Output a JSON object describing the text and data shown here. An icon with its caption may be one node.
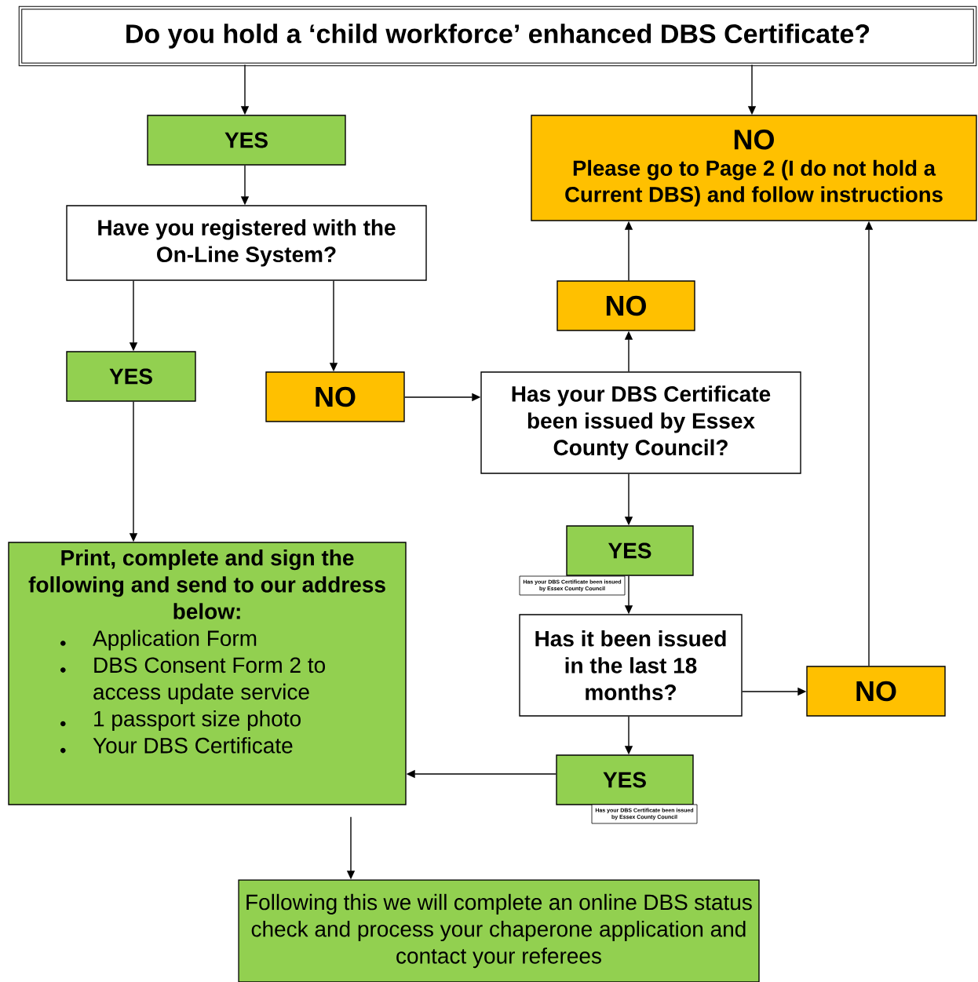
{
  "diagram": {
    "nodes": [
      {
        "text": [
          "Do you hold a ‘child workforce’ enhanced DBS Certificate?"
        ]
      },
      {
        "text": [
          "YES"
        ]
      },
      {
        "text": [
          "NO",
          "Please go to Page 2 (I do not hold a Current DBS) and follow instructions"
        ]
      },
      {
        "text": [
          "Have you registered with the On-Line System?"
        ]
      },
      {
        "text": [
          "NO"
        ]
      },
      {
        "text": [
          "YES"
        ]
      },
      {
        "text": [
          "NO"
        ]
      },
      {
        "text": [
          "Has your DBS Certificate been issued by Essex County Council?"
        ]
      },
      {
        "text": [
          "Print, complete and sign the following and send to our address below:",
          "Application Form",
          "DBS Consent Form 2 to access update service",
          "1 passport size photo",
          "Your DBS Certificate"
        ]
      },
      {
        "text": [
          "YES"
        ]
      },
      {
        "text": [
          "Has your DBS Certificate been issued by Essex County Council"
        ]
      },
      {
        "text": [
          "Has it been issued in the last 18 months?"
        ]
      },
      {
        "text": [
          "NO"
        ]
      },
      {
        "text": [
          "YES"
        ]
      },
      {
        "text": [
          "Has your DBS Certificate been issued by Essex County Council"
        ]
      },
      {
        "text": [
          "Following this we will complete an online DBS status check and process your chaperone application and contact your referees"
        ]
      }
    ],
    "edges": [
      {
        "from": 0,
        "to": 1,
        "arrow": "to"
      },
      {
        "from": 0,
        "to": 2,
        "arrow": "to"
      },
      {
        "from": 1,
        "to": 3,
        "arrow": "to"
      },
      {
        "from": 3,
        "to": 5,
        "arrow": "to"
      },
      {
        "from": 3,
        "to": 6,
        "arrow": "to"
      },
      {
        "from": 6,
        "to": 7,
        "arrow": "to"
      },
      {
        "from": 7,
        "to": 4,
        "arrow": "to"
      },
      {
        "from": 4,
        "to": 2,
        "arrow": "to"
      },
      {
        "from": 7,
        "to": 9,
        "arrow": "to"
      },
      {
        "from": 9,
        "to": 11,
        "arrow": "to"
      },
      {
        "from": 11,
        "to": 12,
        "arrow": "to"
      },
      {
        "from": 12,
        "to": 2,
        "arrow": "to"
      },
      {
        "from": 11,
        "to": 13,
        "arrow": "to"
      },
      {
        "from": 13,
        "to": 8,
        "arrow": "to"
      },
      {
        "from": 5,
        "to": 8,
        "arrow": "to"
      },
      {
        "from": 8,
        "to": 15,
        "arrow": "to"
      }
    ]
  }
}
